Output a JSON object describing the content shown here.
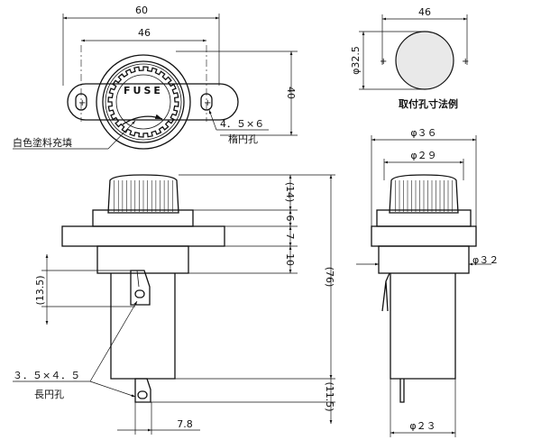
{
  "top_view": {
    "dim_overall_width": "60",
    "dim_hole_pitch": "46",
    "dim_height": "40",
    "cap_marking": "FUSE",
    "hole_note_size": "4．５×６",
    "hole_note_type": "楕円孔",
    "fill_note": "白色塗料充填"
  },
  "mount_example": {
    "dim_pitch": "46",
    "dim_diameter": "φ32.5",
    "caption": "取付孔寸法例"
  },
  "front_view": {
    "dim_cap_height": "(14)",
    "dim_ring": "6",
    "dim_flange": "7",
    "dim_body": "10",
    "dim_total": "(76)",
    "dim_terminal_offset": "(13.5)",
    "dim_tail": "(11.5)",
    "dim_terminal_spacing": "7.8",
    "terminal_note_size": "３．５×４．５",
    "terminal_note_type": "長円孔"
  },
  "side_view": {
    "dim_outer": "φ３６",
    "dim_cap": "φ２９",
    "dim_body": "φ３２",
    "dim_tube": "φ２３"
  }
}
